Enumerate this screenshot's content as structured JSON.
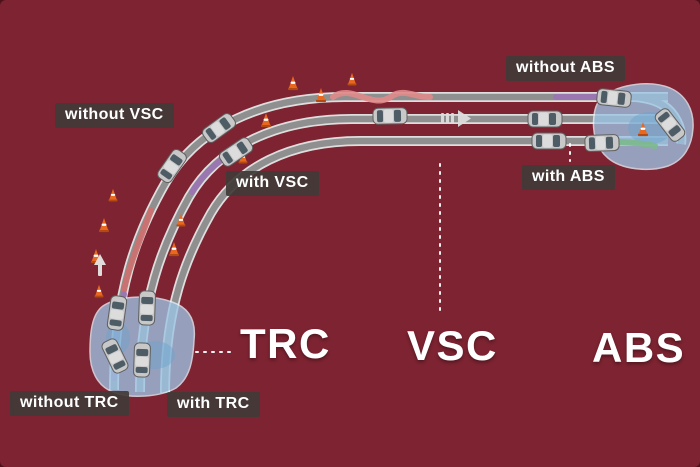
{
  "background_color": "#7d2331",
  "diagram": {
    "systems": [
      {
        "id": "trc",
        "label": "TRC"
      },
      {
        "id": "vsc",
        "label": "VSC"
      },
      {
        "id": "abs",
        "label": "ABS"
      }
    ],
    "callouts": [
      {
        "id": "without-vsc",
        "text": "without VSC"
      },
      {
        "id": "with-vsc",
        "text": "with VSC"
      },
      {
        "id": "without-abs",
        "text": "without ABS"
      },
      {
        "id": "with-abs",
        "text": "with ABS"
      },
      {
        "id": "without-trc",
        "text": "without TRC"
      },
      {
        "id": "with-trc",
        "text": "with TRC"
      }
    ],
    "colors": {
      "background": "#7d2331",
      "road": "#8f8f8f",
      "road_edge": "#dedede",
      "ice_patch": "#9dc4e4",
      "cone_orange": "#e8681f",
      "badge_background": "#403b37",
      "label_text": "#ffffff",
      "skid_pink": "#e08a8a",
      "skid_red": "#cf6f6f",
      "skid_purple": "#9b74b5",
      "stop_green": "#7cb98c"
    },
    "icons": {
      "car-icon": "top-down car shape",
      "traffic-cone-icon": "orange cone with white stripe",
      "up-arrow-icon": "↑",
      "right-arrow-icon": "▶"
    }
  }
}
